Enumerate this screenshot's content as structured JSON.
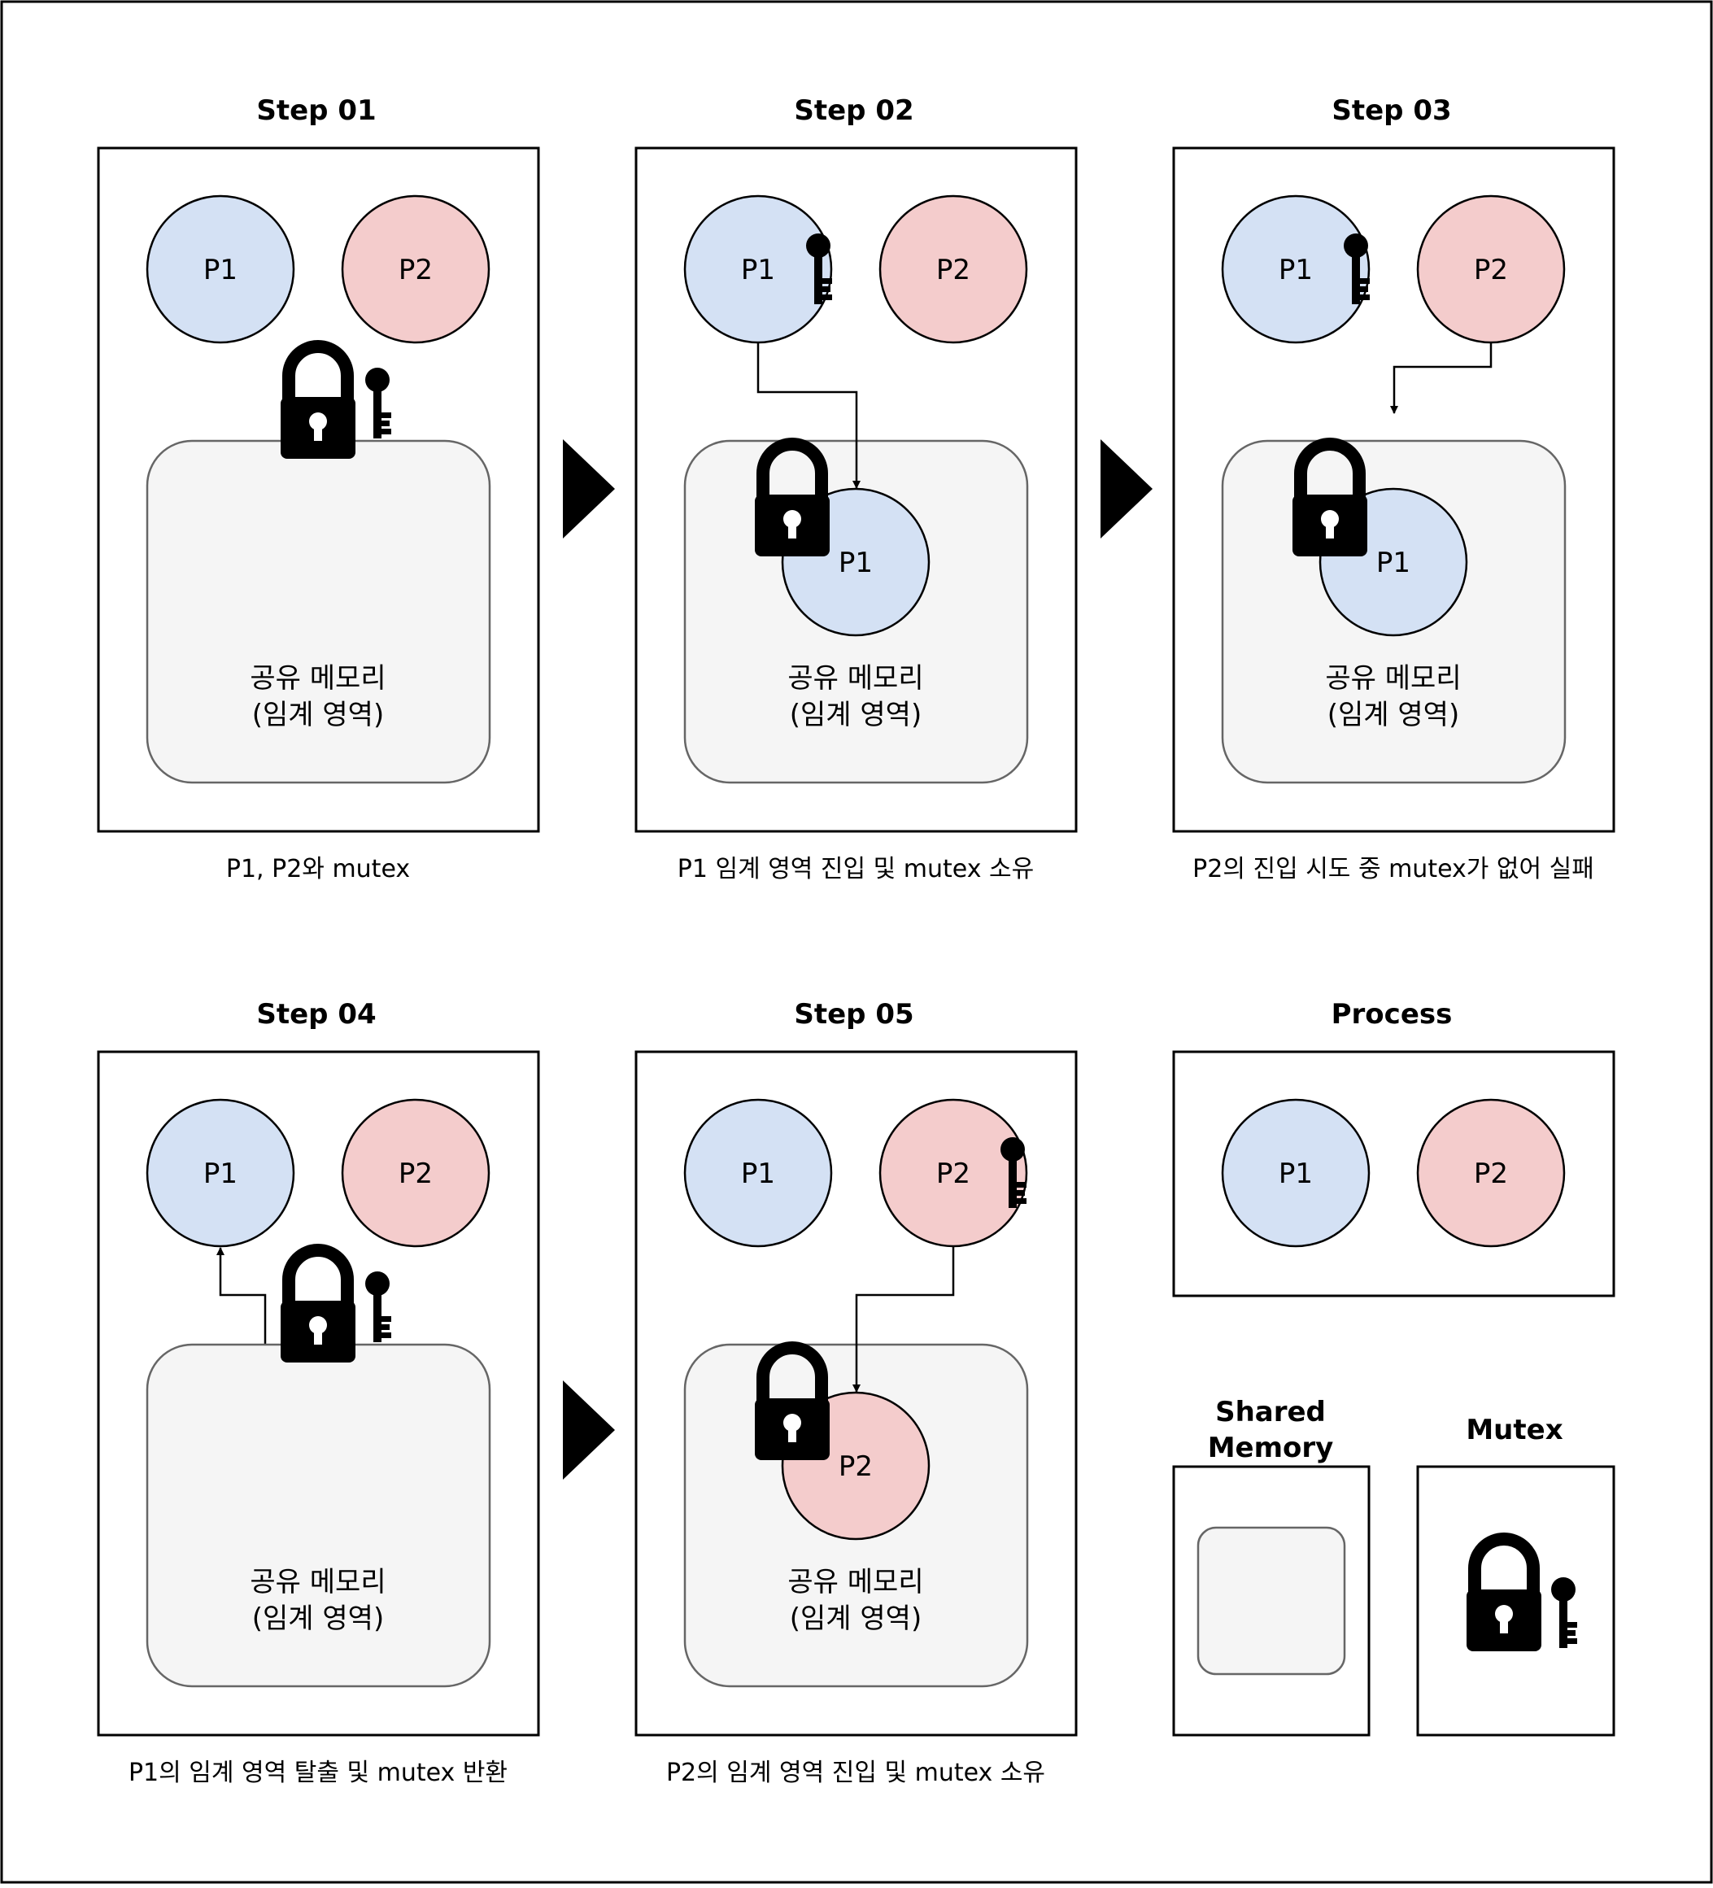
{
  "steps": [
    {
      "title": "Step 01",
      "caption": "P1, P2와 mutex"
    },
    {
      "title": "Step 02",
      "caption": "P1 임계 영역 진입 및 mutex 소유"
    },
    {
      "title": "Step 03",
      "caption": "P2의 진입 시도 중 mutex가 없어 실패"
    },
    {
      "title": "Step 04",
      "caption": "P1의 임계 영역 탈출 및  mutex 반환"
    },
    {
      "title": "Step 05",
      "caption": "P2의 임계 영역 진입 및 mutex 소유"
    }
  ],
  "memory": {
    "line1": "공유 메모리",
    "line2": "(임계 영역)"
  },
  "process": {
    "p1": "P1",
    "p2": "P2"
  },
  "legend": {
    "process_title": "Process",
    "shared_memory_title_line1": "Shared",
    "shared_memory_title_line2": "Memory",
    "mutex_title": "Mutex"
  },
  "colors": {
    "p1_fill": "#d4e1f4",
    "p2_fill": "#f4cccc",
    "memory_fill": "#f5f5f5",
    "memory_stroke": "#666666"
  },
  "icons": [
    "lock-icon",
    "key-icon",
    "arrow-right-icon"
  ]
}
